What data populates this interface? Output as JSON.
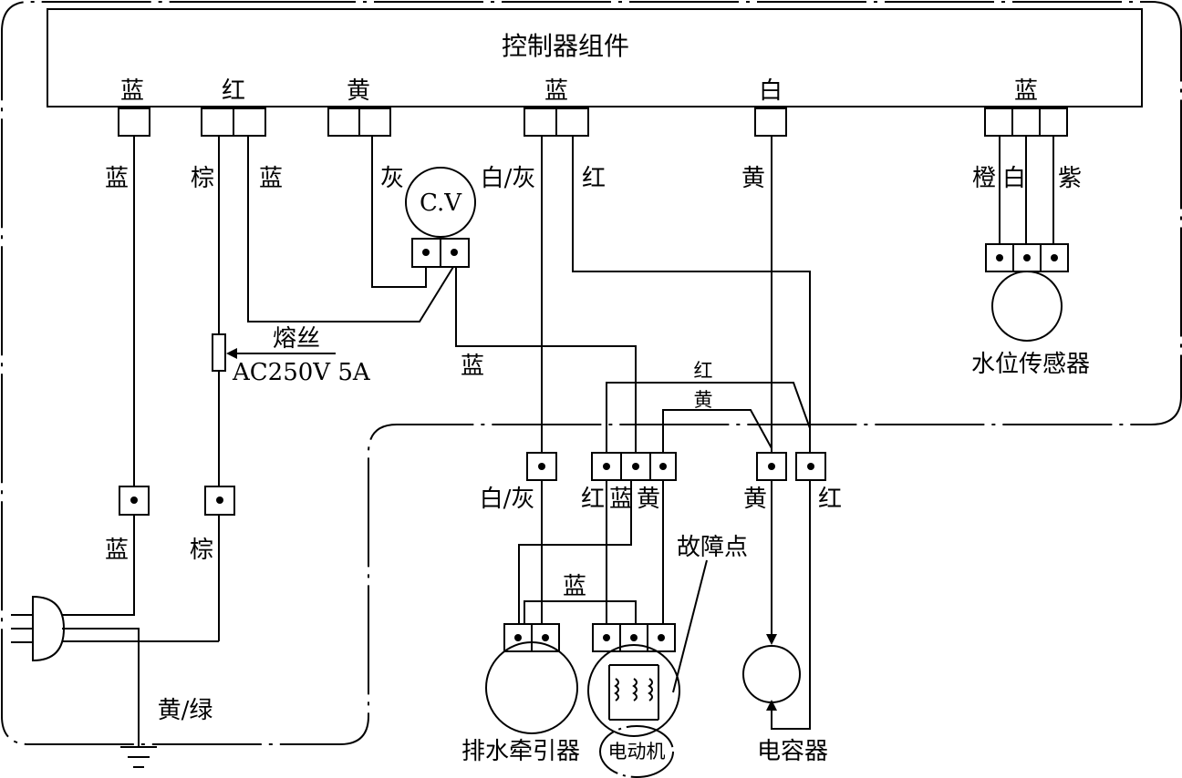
{
  "controller": {
    "title": "控制器组件",
    "ports": [
      "蓝",
      "红",
      "黄",
      "蓝",
      "白",
      "蓝"
    ]
  },
  "wires_top": [
    "蓝",
    "棕",
    "蓝",
    "灰",
    "白/灰",
    "红",
    "黄",
    "橙",
    "白",
    "紫"
  ],
  "cv_label": "C.V",
  "fuse": {
    "label": "熔丝",
    "rating": "AC250V 5A"
  },
  "wire_cv_blue": "蓝",
  "mid_bus": {
    "red": "红",
    "yellow": "黄"
  },
  "terminals_mid": [
    "白/灰",
    "红",
    "蓝",
    "黄",
    "黄",
    "红"
  ],
  "plug_wires": [
    "蓝",
    "棕"
  ],
  "ground_wire": "黄/绿",
  "drain_blue": "蓝",
  "fault_point": "故障点",
  "components": {
    "water_level_sensor": "水位传感器",
    "drain_actuator": "排水牵引器",
    "motor": "电动机",
    "capacitor": "电容器"
  }
}
